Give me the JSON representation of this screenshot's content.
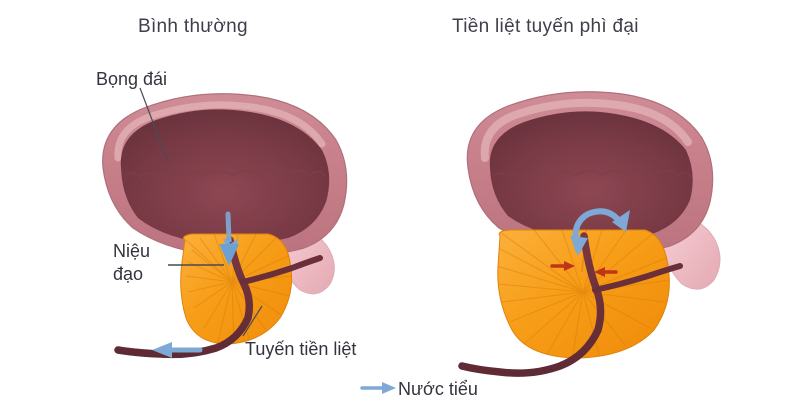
{
  "figure": {
    "kind": "medical-anatomy-diagram",
    "subject": "prostate-and-bladder-comparison",
    "background_color": "#ffffff"
  },
  "panels": {
    "left": {
      "title": "Bình thường",
      "condition": "normal-prostate"
    },
    "right": {
      "title": "Tiền liệt tuyến phì đại",
      "condition": "enlarged-prostate"
    }
  },
  "labels": {
    "bladder": "Bọng đái",
    "urethra_line1": "Niệu",
    "urethra_line2": "đạo",
    "prostate": "Tuyến tiền liệt",
    "urine_legend": "Nước tiểu"
  },
  "colors": {
    "bladder_wall_outer": "#c9818c",
    "bladder_wall_highlight": "#dda6ac",
    "bladder_lumen": "#6f3640",
    "bladder_lumen_light": "#8b4450",
    "prostate": "#f59a14",
    "prostate_light": "#fbb03b",
    "prostate_stroke": "#e07f10",
    "urethra": "#6b2f39",
    "seminal_vesicle": "#f0bfc6",
    "urine_arrow_blue": "#79a8d8",
    "compression_arrow_red": "#c0341a",
    "leader_line": "#4a4a52",
    "text": "#33343d"
  },
  "annotations": {
    "urine_flow_normal": "straight-blue-arrow-down-through-urethra",
    "urine_flow_obstructed": "curved-blue-arrow-deflected-upward",
    "compression": "two-red-arrows-pointing-inward-at-urethra",
    "outflow_normal": "blue-arrow-pointing-left-at-urethra-exit"
  }
}
